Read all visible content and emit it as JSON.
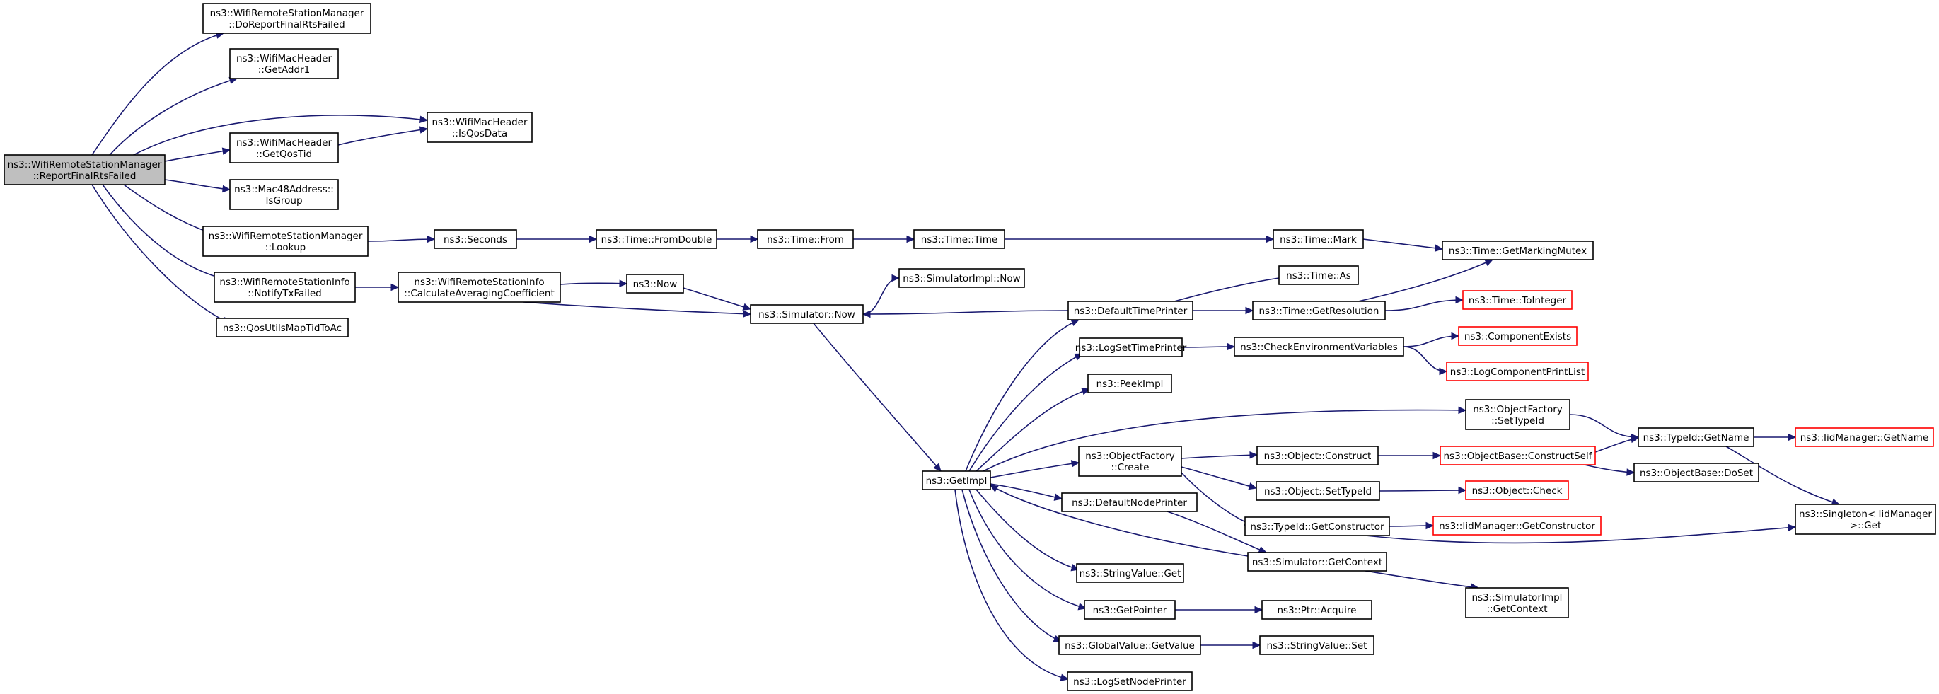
{
  "colors": {
    "edge": "#191970",
    "node_border": "#000000",
    "truncated_border": "#ff0000",
    "root_fill": "#bfbfbf",
    "background": "#ffffff"
  },
  "nodes": {
    "root": {
      "lines": [
        "ns3::WifiRemoteStationManager",
        "::ReportFinalRtsFailed"
      ],
      "style": "root"
    },
    "doreport": {
      "lines": [
        "ns3::WifiRemoteStationManager",
        "::DoReportFinalRtsFailed"
      ]
    },
    "getaddr1": {
      "lines": [
        "ns3::WifiMacHeader",
        "::GetAddr1"
      ]
    },
    "isqosdata": {
      "lines": [
        "ns3::WifiMacHeader",
        "::IsQosData"
      ]
    },
    "getqostid": {
      "lines": [
        "ns3::WifiMacHeader",
        "::GetQosTid"
      ]
    },
    "isgroup": {
      "lines": [
        "ns3::Mac48Address::",
        "IsGroup"
      ]
    },
    "lookup": {
      "lines": [
        "ns3::WifiRemoteStationManager",
        "::Lookup"
      ]
    },
    "notifytx": {
      "lines": [
        "ns3::WifiRemoteStationInfo",
        "::NotifyTxFailed"
      ]
    },
    "qosutils": {
      "lines": [
        "ns3::QosUtilsMapTidToAc"
      ]
    },
    "seconds": {
      "lines": [
        "ns3::Seconds"
      ]
    },
    "fromdouble": {
      "lines": [
        "ns3::Time::FromDouble"
      ]
    },
    "timefrom": {
      "lines": [
        "ns3::Time::From"
      ]
    },
    "timetime": {
      "lines": [
        "ns3::Time::Time"
      ]
    },
    "timemark": {
      "lines": [
        "ns3::Time::Mark"
      ]
    },
    "markingmutex": {
      "lines": [
        "ns3::Time::GetMarkingMutex"
      ]
    },
    "calcavg": {
      "lines": [
        "ns3::WifiRemoteStationInfo",
        "::CalculateAveragingCoefficient"
      ]
    },
    "now": {
      "lines": [
        "ns3::Now"
      ]
    },
    "simimplnow": {
      "lines": [
        "ns3::SimulatorImpl::Now"
      ]
    },
    "simnow": {
      "lines": [
        "ns3::Simulator::Now"
      ]
    },
    "defaulttimeprinter": {
      "lines": [
        "ns3::DefaultTimePrinter"
      ]
    },
    "timeas": {
      "lines": [
        "ns3::Time::As"
      ]
    },
    "getresolution": {
      "lines": [
        "ns3::Time::GetResolution"
      ]
    },
    "tointeger": {
      "lines": [
        "ns3::Time::ToInteger"
      ],
      "style": "trunc"
    },
    "logsettimeprinter": {
      "lines": [
        "ns3::LogSetTimePrinter"
      ]
    },
    "checkenv": {
      "lines": [
        "ns3::CheckEnvironmentVariables"
      ]
    },
    "componentexists": {
      "lines": [
        "ns3::ComponentExists"
      ],
      "style": "trunc"
    },
    "logcomponentprintlist": {
      "lines": [
        "ns3::LogComponentPrintList"
      ],
      "style": "trunc"
    },
    "peekimpl": {
      "lines": [
        "ns3::PeekImpl"
      ]
    },
    "objfactorysettypeid": {
      "lines": [
        "ns3::ObjectFactory",
        "::SetTypeId"
      ]
    },
    "typeidgetname": {
      "lines": [
        "ns3::TypeId::GetName"
      ]
    },
    "iidgetname": {
      "lines": [
        "ns3::IidManager::GetName"
      ],
      "style": "trunc"
    },
    "getimpl": {
      "lines": [
        "ns3::GetImpl"
      ]
    },
    "objfactorycreate": {
      "lines": [
        "ns3::ObjectFactory",
        "::Create"
      ]
    },
    "objconstruct": {
      "lines": [
        "ns3::Object::Construct"
      ]
    },
    "constructself": {
      "lines": [
        "ns3::ObjectBase::ConstructSelf"
      ],
      "style": "trunc"
    },
    "doset": {
      "lines": [
        "ns3::ObjectBase::DoSet"
      ]
    },
    "objsettypeid": {
      "lines": [
        "ns3::Object::SetTypeId"
      ]
    },
    "objcheck": {
      "lines": [
        "ns3::Object::Check"
      ],
      "style": "trunc"
    },
    "defaultnodeprinter": {
      "lines": [
        "ns3::DefaultNodePrinter"
      ]
    },
    "getconstructor": {
      "lines": [
        "ns3::TypeId::GetConstructor"
      ]
    },
    "iidgetconstructor": {
      "lines": [
        "ns3::IidManager::GetConstructor"
      ],
      "style": "trunc"
    },
    "singletonget": {
      "lines": [
        "ns3::Singleton< IidManager",
        ">::Get"
      ]
    },
    "simgetcontext": {
      "lines": [
        "ns3::Simulator::GetContext"
      ]
    },
    "stringvalueget": {
      "lines": [
        "ns3::StringValue::Get"
      ]
    },
    "simimplgetcontext": {
      "lines": [
        "ns3::SimulatorImpl",
        "::GetContext"
      ]
    },
    "getpointer": {
      "lines": [
        "ns3::GetPointer"
      ]
    },
    "ptracquire": {
      "lines": [
        "ns3::Ptr::Acquire"
      ]
    },
    "globalvalueget": {
      "lines": [
        "ns3::GlobalValue::GetValue"
      ]
    },
    "stringvalueset": {
      "lines": [
        "ns3::StringValue::Set"
      ]
    },
    "logsetnodeprinter": {
      "lines": [
        "ns3::LogSetNodePrinter"
      ]
    }
  },
  "edges": [
    [
      "root",
      "doreport"
    ],
    [
      "root",
      "getaddr1"
    ],
    [
      "root",
      "isqosdata"
    ],
    [
      "root",
      "getqostid"
    ],
    [
      "root",
      "isgroup"
    ],
    [
      "root",
      "lookup"
    ],
    [
      "root",
      "notifytx"
    ],
    [
      "root",
      "qosutils"
    ],
    [
      "getqostid",
      "isqosdata"
    ],
    [
      "lookup",
      "seconds"
    ],
    [
      "seconds",
      "fromdouble"
    ],
    [
      "fromdouble",
      "timefrom"
    ],
    [
      "timefrom",
      "timetime"
    ],
    [
      "timetime",
      "timemark"
    ],
    [
      "timemark",
      "markingmutex"
    ],
    [
      "notifytx",
      "calcavg"
    ],
    [
      "calcavg",
      "now"
    ],
    [
      "calcavg",
      "simnow"
    ],
    [
      "now",
      "simnow"
    ],
    [
      "simnow",
      "simimplnow"
    ],
    [
      "simnow",
      "getimpl"
    ],
    [
      "defaulttimeprinter",
      "simnow"
    ],
    [
      "defaulttimeprinter",
      "timeas"
    ],
    [
      "defaulttimeprinter",
      "getresolution"
    ],
    [
      "getresolution",
      "markingmutex"
    ],
    [
      "getresolution",
      "tointeger"
    ],
    [
      "logsettimeprinter",
      "checkenv"
    ],
    [
      "checkenv",
      "componentexists"
    ],
    [
      "checkenv",
      "logcomponentprintlist"
    ],
    [
      "getimpl",
      "defaulttimeprinter"
    ],
    [
      "getimpl",
      "logsettimeprinter"
    ],
    [
      "getimpl",
      "peekimpl"
    ],
    [
      "getimpl",
      "objfactorysettypeid"
    ],
    [
      "getimpl",
      "objfactorycreate"
    ],
    [
      "getimpl",
      "defaultnodeprinter"
    ],
    [
      "getimpl",
      "stringvalueget"
    ],
    [
      "getimpl",
      "getpointer"
    ],
    [
      "getimpl",
      "globalvalueget"
    ],
    [
      "getimpl",
      "logsetnodeprinter"
    ],
    [
      "objfactorysettypeid",
      "typeidgetname"
    ],
    [
      "typeidgetname",
      "iidgetname"
    ],
    [
      "typeidgetname",
      "singletonget"
    ],
    [
      "objfactorycreate",
      "objconstruct"
    ],
    [
      "objfactorycreate",
      "objsettypeid"
    ],
    [
      "objfactorycreate",
      "getconstructor"
    ],
    [
      "objconstruct",
      "constructself"
    ],
    [
      "constructself",
      "typeidgetname"
    ],
    [
      "constructself",
      "doset"
    ],
    [
      "objsettypeid",
      "objcheck"
    ],
    [
      "getconstructor",
      "iidgetconstructor"
    ],
    [
      "getconstructor",
      "singletonget"
    ],
    [
      "defaultnodeprinter",
      "simgetcontext"
    ],
    [
      "simgetcontext",
      "getimpl"
    ],
    [
      "simgetcontext",
      "simimplgetcontext"
    ],
    [
      "getpointer",
      "ptracquire"
    ],
    [
      "globalvalueget",
      "stringvalueset"
    ]
  ]
}
